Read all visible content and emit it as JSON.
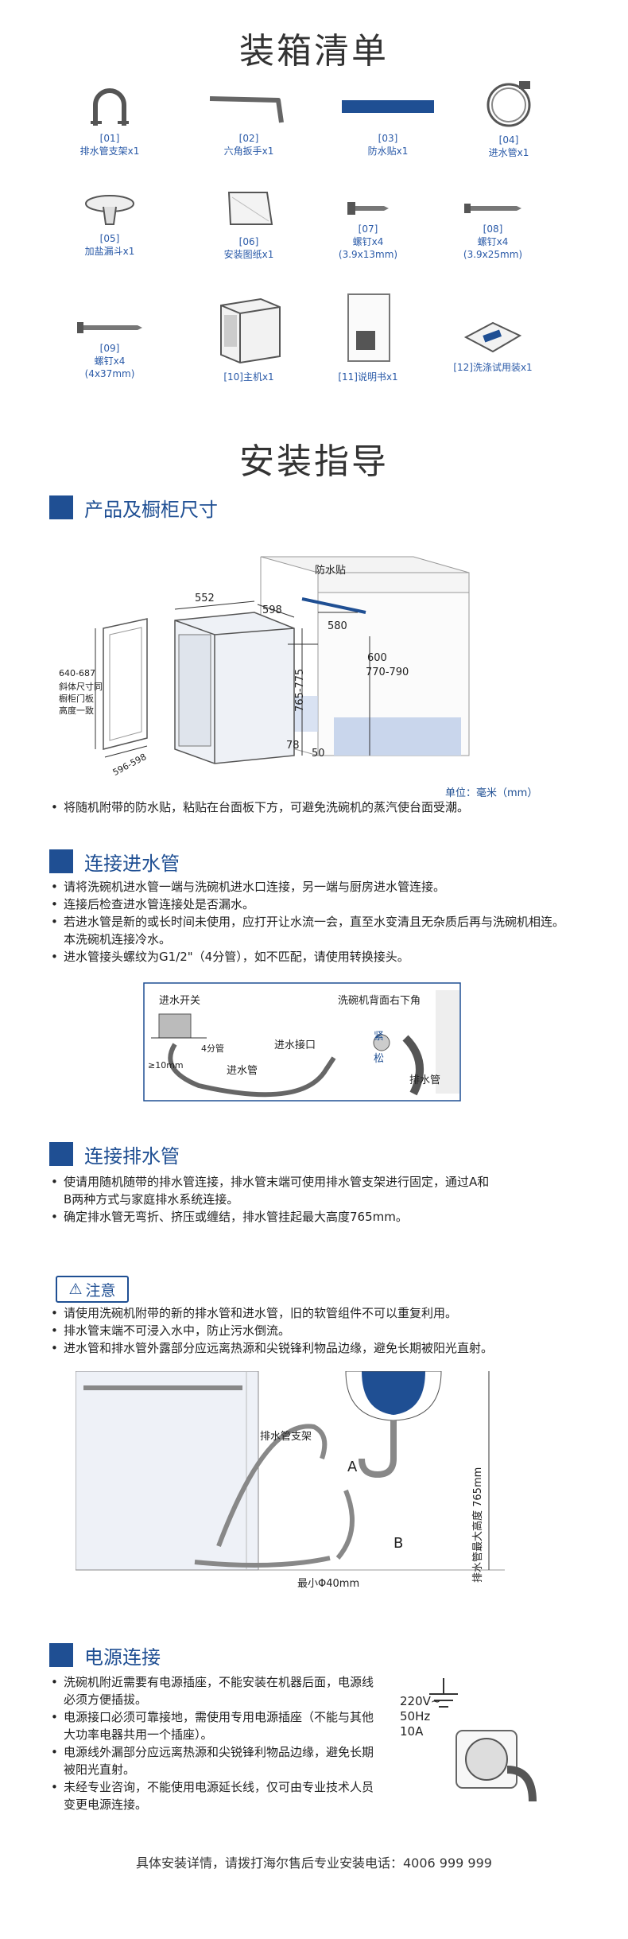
{
  "packing": {
    "title": "装箱清单",
    "items": [
      {
        "code": "[01]",
        "name": "排水管支架x1"
      },
      {
        "code": "[02]",
        "name": "六角扳手x1"
      },
      {
        "code": "[03]",
        "name": "防水贴x1"
      },
      {
        "code": "[04]",
        "name": "进水管x1"
      },
      {
        "code": "[05]",
        "name": "加盐漏斗x1"
      },
      {
        "code": "[06]",
        "name": "安装图纸x1"
      },
      {
        "code": "[07]",
        "name": "螺钉x4",
        "spec": "(3.9x13mm)"
      },
      {
        "code": "[08]",
        "name": "螺钉x4",
        "spec": "(3.9x25mm)"
      },
      {
        "code": "[09]",
        "name": "螺钉x4",
        "spec": "(4x37mm)"
      },
      {
        "code": "[10]主机x1",
        "name": ""
      },
      {
        "code": "[11]说明书x1",
        "name": ""
      },
      {
        "code": "[12]洗涤试用装x1",
        "name": ""
      }
    ]
  },
  "guide": {
    "title": "安装指导",
    "s1": {
      "title": "产品及橱柜尺寸",
      "labels": {
        "sticker": "防水贴",
        "w552": "552",
        "w598": "598",
        "d580": "580",
        "d600": "600",
        "h770": "770-790",
        "h765": "765-775",
        "d78": "78",
        "d50": "50",
        "door_dim": "640-687",
        "door_note1": "斜体尺寸同",
        "door_note2": "橱柜门板",
        "door_note3": "高度一致",
        "door_w": "596-598",
        "unit": "单位：毫米（mm）"
      },
      "bullets": [
        "将随机附带的防水贴，粘贴在台面板下方，可避免洗碗机的蒸汽使台面受潮。"
      ]
    },
    "s2": {
      "title": "连接进水管",
      "bullets": [
        "请将洗碗机进水管一端与洗碗机进水口连接，另一端与厨房进水管连接。",
        "连接后检查进水管连接处是否漏水。",
        "若进水管是新的或长时间未使用，应打开让水流一会，直至水变清且无杂质后再与洗碗机相连。本洗碗机连接冷水。",
        "进水管接头螺纹为G1/2\"（4分管），如不匹配，请使用转换接头。"
      ],
      "labels": {
        "valve": "进水开关",
        "back": "洗碗机背面右下角",
        "four": "4分管",
        "inlet": "进水接口",
        "tight": "紧",
        "loose": "松",
        "dia": "≥10mm",
        "hose_in": "进水管",
        "hose_out": "排水管"
      }
    },
    "s3": {
      "title": "连接排水管",
      "bullets": [
        "使请用随机随带的排水管连接，排水管末端可使用排水管支架进行固定，通过A和B两种方式与家庭排水系统连接。",
        "确定排水管无弯折、挤压或缠结，排水管挂起最大高度765mm。"
      ],
      "caution": "注意",
      "caution_bullets": [
        "请使用洗碗机附带的新的排水管和进水管，旧的软管组件不可以重复利用。",
        "排水管末端不可浸入水中，防止污水倒流。",
        "进水管和排水管外露部分应远离热源和尖锐锋利物品边缘，避免长期被阳光直射。"
      ],
      "labels": {
        "bracket": "排水管支架",
        "a": "A",
        "b": "B",
        "min": "最小Φ40mm",
        "max_h": "排水管最大高度 765mm"
      }
    },
    "s4": {
      "title": "电源连接",
      "bullets": [
        "洗碗机附近需要有电源插座，不能安装在机器后面，电源线必须方便插拔。",
        "电源接口必须可靠接地，需使用专用电源插座（不能与其他大功率电器共用一个插座）。",
        "电源线外漏部分应远离热源和尖锐锋利物品边缘，避免长期被阳光直射。",
        "未经专业咨询，不能使用电源延长线，仅可由专业技术人员变更电源连接。"
      ],
      "spec": {
        "v": "220V~",
        "hz": "50Hz",
        "a": "10A"
      }
    }
  },
  "footer": "具体安装详情，请拨打海尔售后专业安装电话：4006 999 999"
}
